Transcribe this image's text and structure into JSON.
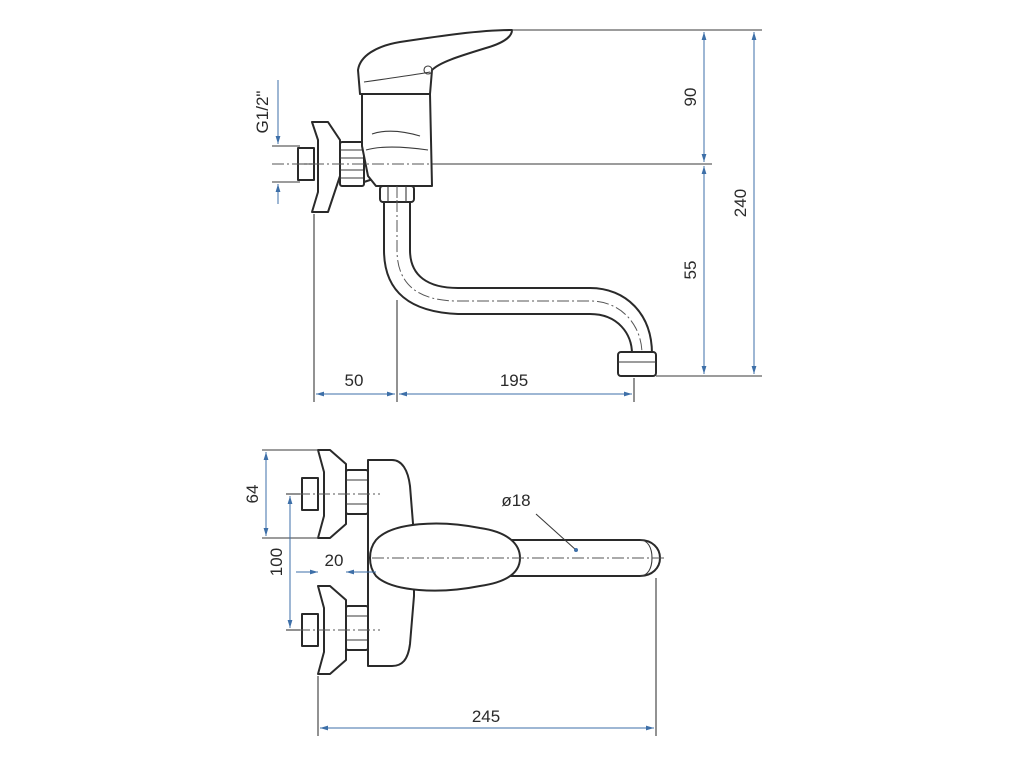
{
  "drawing": {
    "side_view": {
      "dims": {
        "thread": "G1/2\"",
        "handle_height": "90",
        "total_height": "240",
        "spout_drop": "55",
        "wall_offset": "50",
        "spout_reach": "195"
      }
    },
    "top_view": {
      "dims": {
        "outlet_height": "64",
        "inlet_spacing": "100",
        "eccentric": "20",
        "spout_diameter": "ø18",
        "total_length": "245"
      }
    },
    "colors": {
      "dimension_lines": "#3d6fa8",
      "outline": "#2a2a2a"
    }
  }
}
